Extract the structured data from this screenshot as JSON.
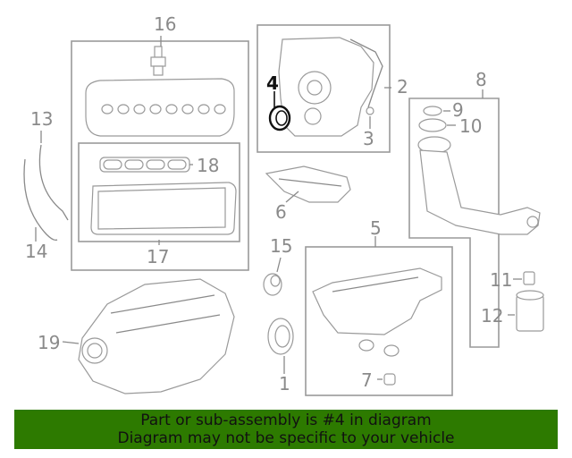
{
  "diagram": {
    "highlighted_part": "4",
    "callouts": {
      "p1": "1",
      "p2": "2",
      "p3": "3",
      "p4": "4",
      "p5": "5",
      "p6": "6",
      "p7": "7",
      "p8": "8",
      "p9": "9",
      "p10": "10",
      "p11": "11",
      "p12": "12",
      "p13": "13",
      "p14": "14",
      "p15": "15",
      "p16": "16",
      "p17": "17",
      "p18": "18",
      "p19": "19"
    },
    "colors": {
      "line": "#9a9a9a",
      "label": "#8a8a8a",
      "highlight": "#111111",
      "banner": "#2d7a00"
    }
  },
  "banner": {
    "line1": "Part or sub-assembly is #4 in diagram",
    "line2": "Diagram may not be specific to your vehicle"
  }
}
